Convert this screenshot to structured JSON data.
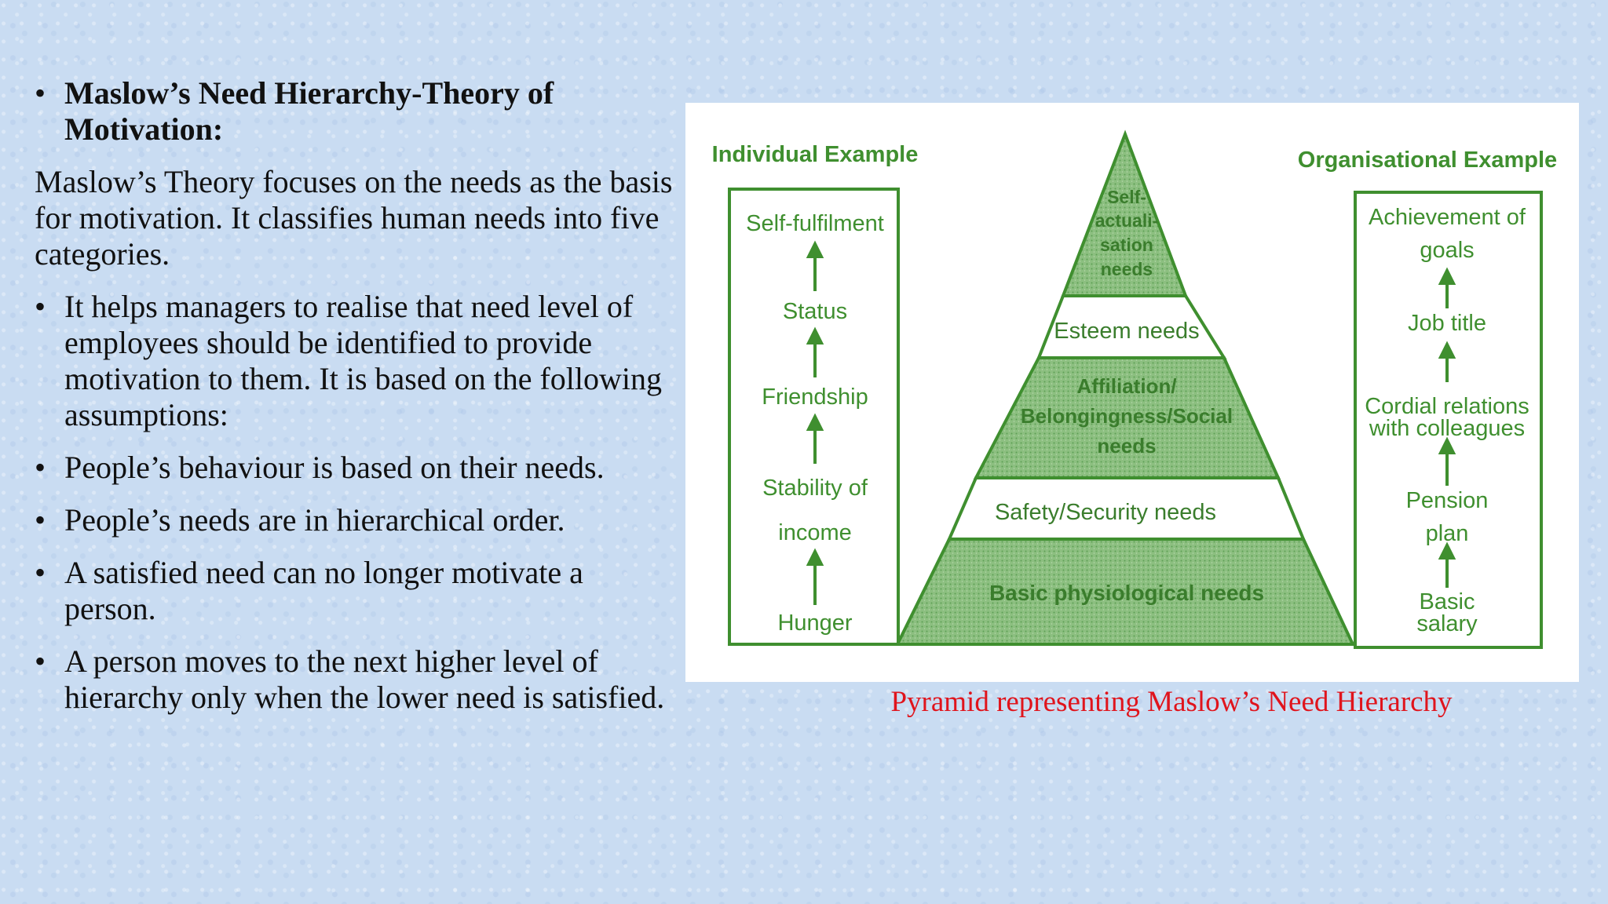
{
  "slide": {
    "heading": "Maslow’s Need Hierarchy-Theory of Motivation:",
    "intro": "Maslow’s Theory focuses on the needs as the basis for motivation. It classifies human needs into five categories.",
    "bullets": [
      "It helps managers to realise that need level of employees should be identified to provide motivation to them. It is based on the following assumptions:",
      "People’s behaviour is based on their needs.",
      "People’s needs are in hierarchical order.",
      "A satisfied need can no longer motivate a person.",
      "A person moves to the next higher level of hierarchy only when the lower need is satisfied."
    ],
    "bullet_glyph": "•",
    "caption": "Pyramid representing Maslow’s Need Hierarchy"
  },
  "diagram": {
    "left_title": "Individual Example",
    "right_title": "Organisational Example",
    "left_items": [
      "Self-fulfilment",
      "Status",
      "Friendship",
      "Stability of",
      "income",
      "Hunger"
    ],
    "right_items": [
      "Achievement of",
      "goals",
      "Job title",
      "Cordial relations",
      "with colleagues",
      "Pension",
      "plan",
      "Basic",
      "salary"
    ],
    "levels": [
      [
        "Self-",
        "actuali-",
        "sation",
        "needs"
      ],
      [
        "Esteem needs"
      ],
      [
        "Affiliation/",
        "Belongingness/Social",
        "needs"
      ],
      [
        "Safety/Security needs"
      ],
      [
        "Basic physiological needs"
      ]
    ],
    "colors": {
      "ink": "#3f8f2f",
      "fill": "#8fc183",
      "fill_dark": "#6fae63"
    }
  }
}
